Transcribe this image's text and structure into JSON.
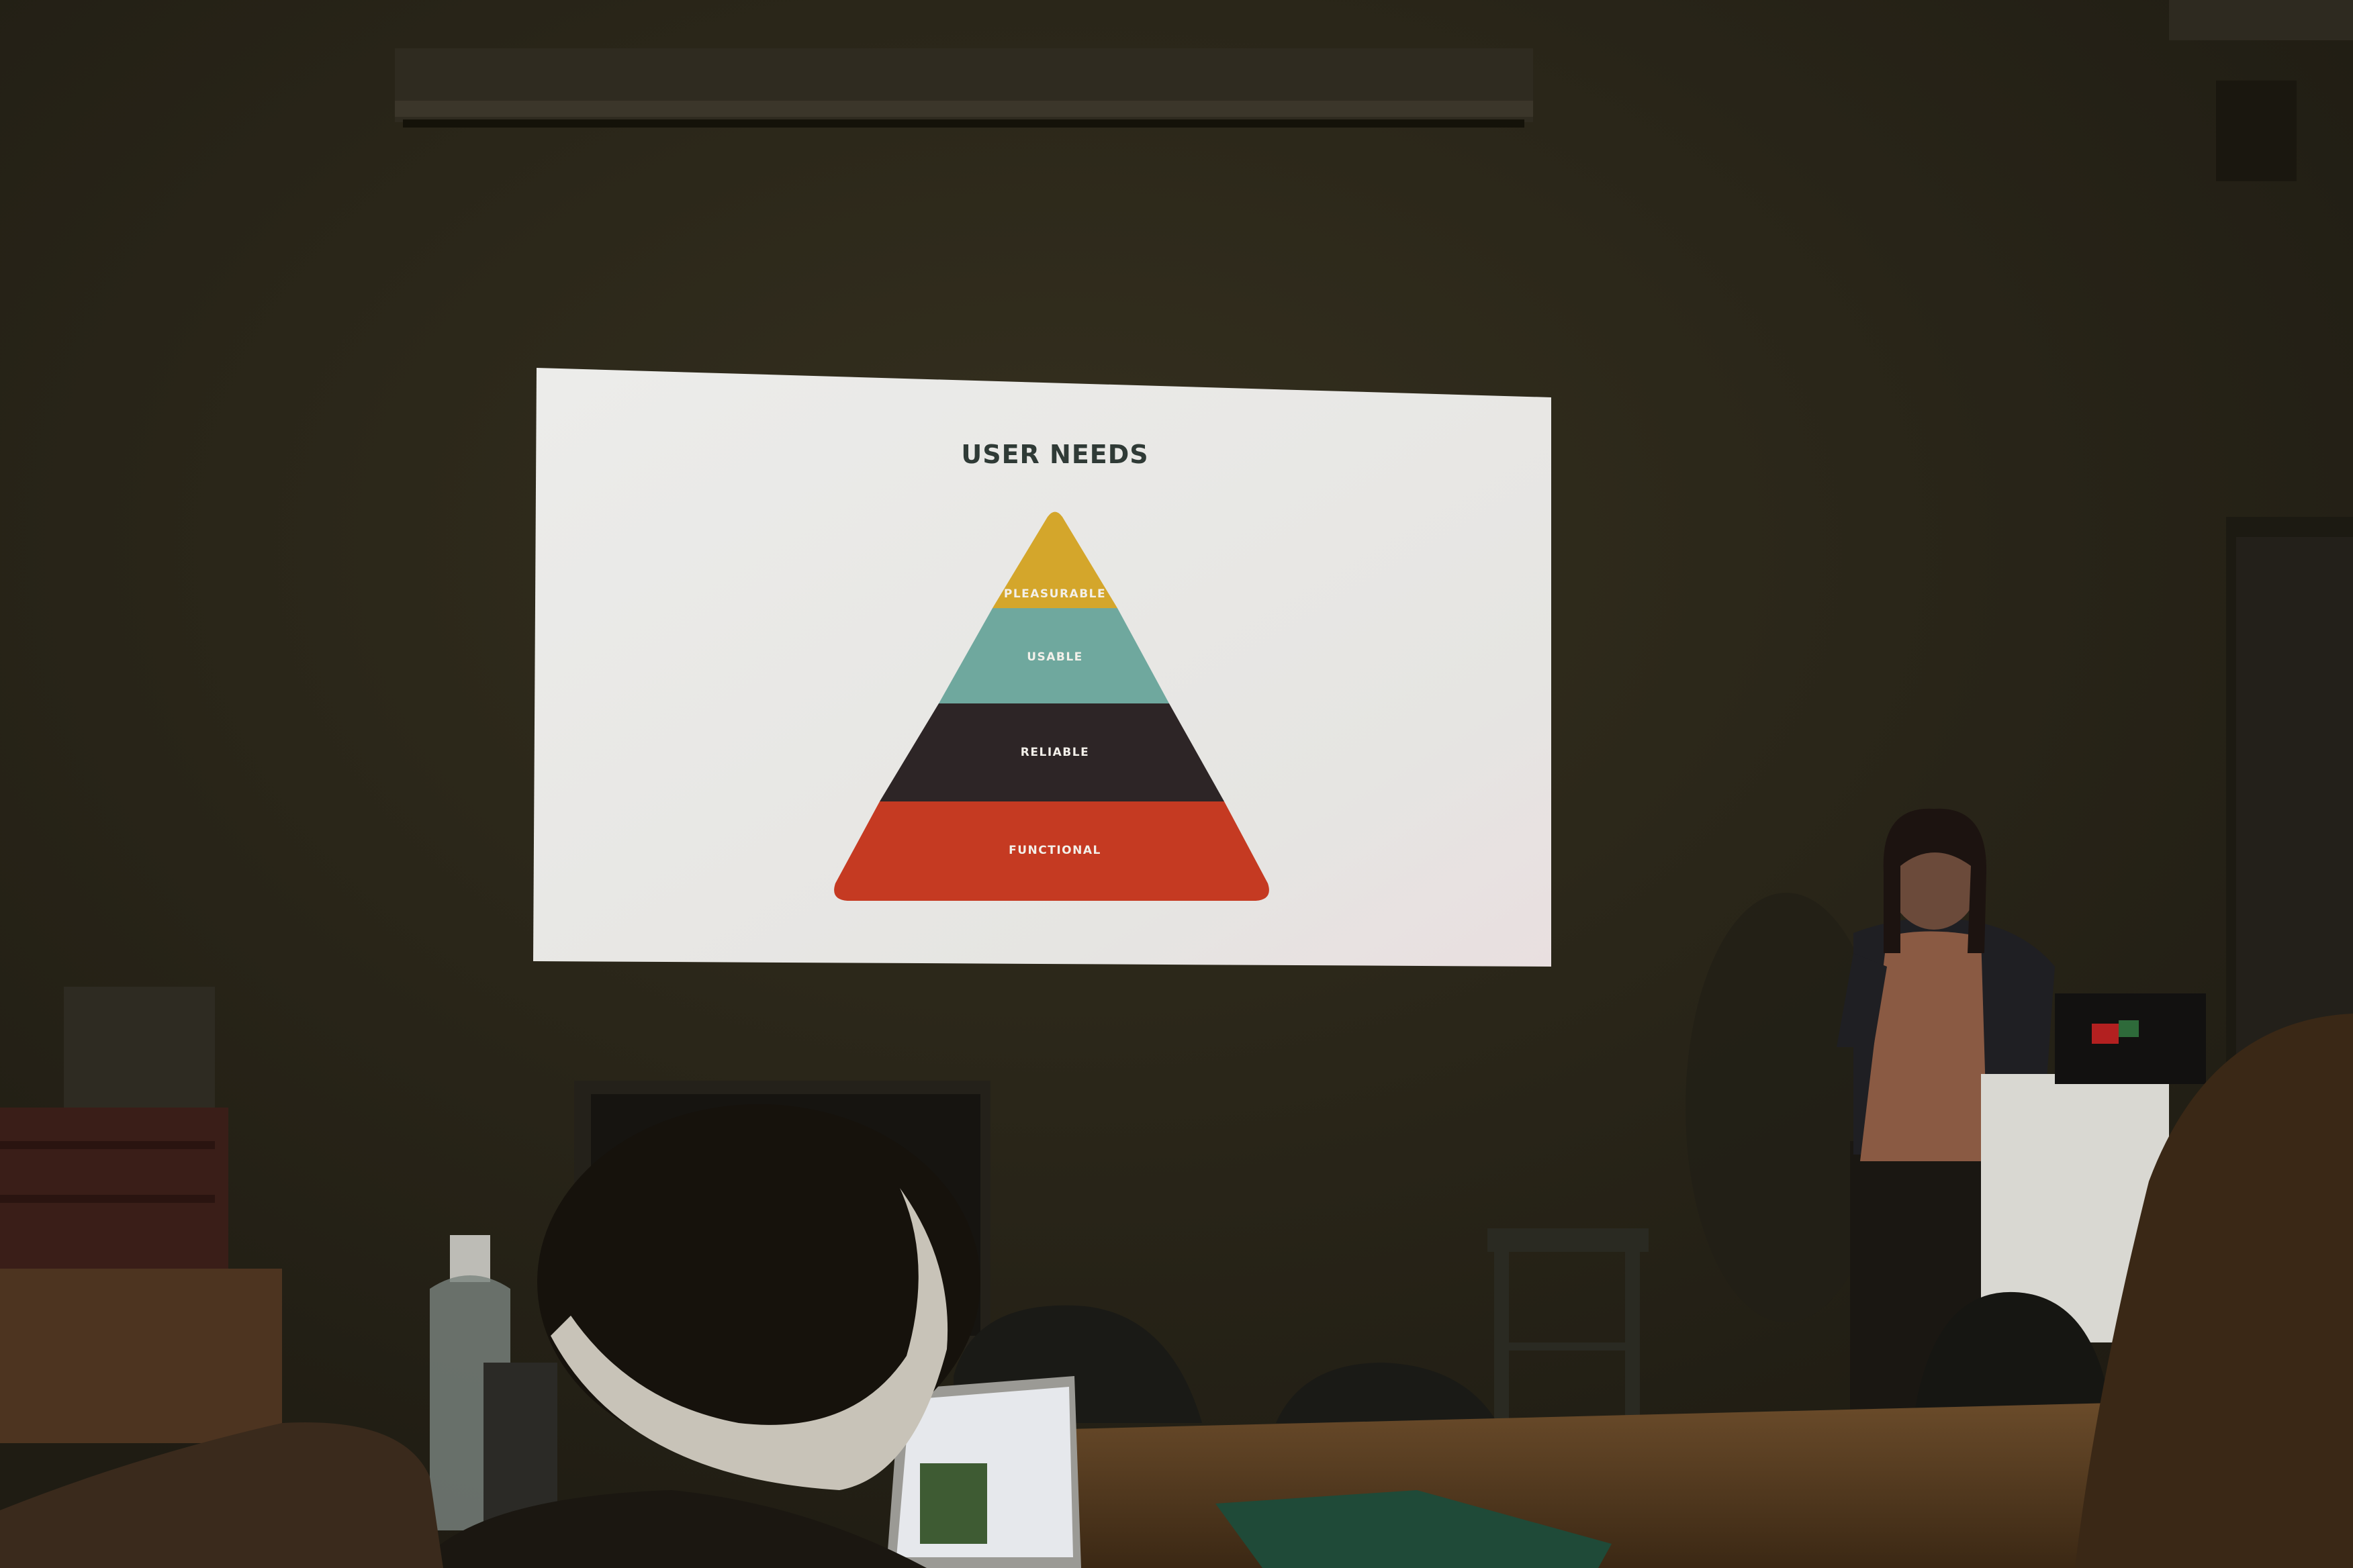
{
  "slide": {
    "title": "USER NEEDS",
    "pyramid": [
      {
        "label": "PLEASURABLE",
        "color": "#d4a62b"
      },
      {
        "label": "USABLE",
        "color": "#6fa89e"
      },
      {
        "label": "RELIABLE",
        "color": "#2d2526"
      },
      {
        "label": "FUNCTIONAL",
        "color": "#c53a22"
      }
    ]
  },
  "colors": {
    "room_wall": "#2a261a",
    "screen": "#e9e9e6",
    "table": "#5b4124"
  }
}
